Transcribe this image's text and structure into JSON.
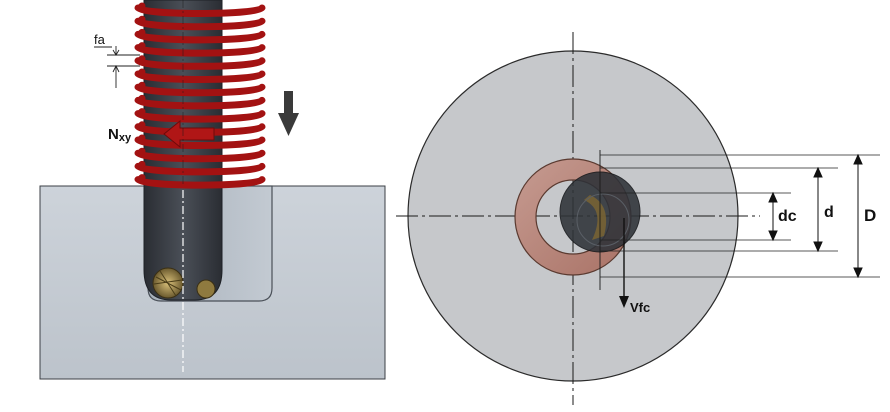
{
  "labels": {
    "fa": "fa",
    "nxy_main": "N",
    "nxy_sub": "xy",
    "vfc": "Vfc",
    "dc": "dc",
    "d": "d",
    "D": "D"
  },
  "colors": {
    "workpiece": "#c9ced4",
    "workpiece_edge": "#3b3f45",
    "disc": "#c7c9cc",
    "tool_dark": "#34383f",
    "helix_red": "#a31212",
    "ring_copper": "#b8847a",
    "dimension_line": "#222222",
    "pocket": "#b4bcc6"
  },
  "icons": {
    "feed_arrow": "down-arrow-icon"
  }
}
